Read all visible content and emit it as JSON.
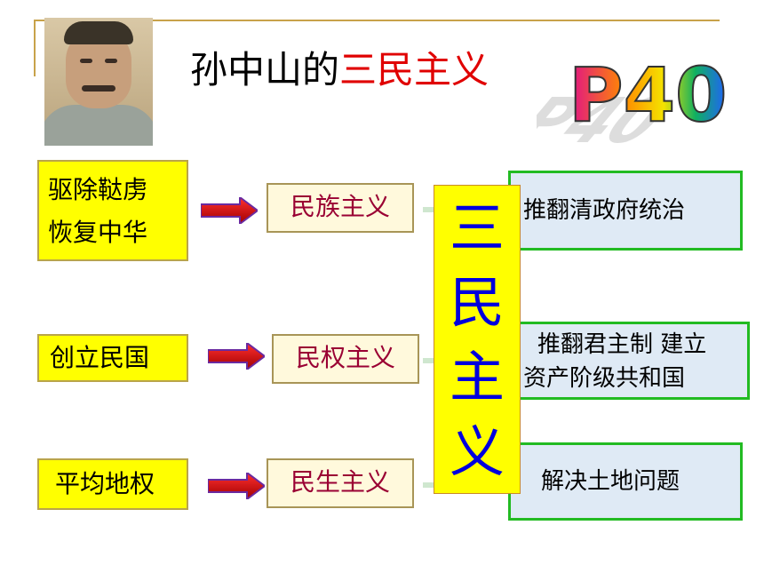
{
  "title": {
    "prefix": "孙中山的",
    "highlight": "三民主义"
  },
  "badge": "P40",
  "center": {
    "chars": [
      "三",
      "民",
      "主",
      "义"
    ]
  },
  "rows": [
    {
      "left_lines": [
        "驱除鞑虏",
        "恢复中华"
      ],
      "mid": "民族主义",
      "right": "推翻清政府统治"
    },
    {
      "left_lines": [
        "创立民国"
      ],
      "mid": "民权主义",
      "right_lines": [
        "推翻君主制  建立",
        "资产阶级共和国"
      ]
    },
    {
      "left_lines": [
        "平均地权"
      ],
      "mid": "民生主义",
      "right": "解决土地问题"
    }
  ],
  "colors": {
    "accent_red": "#e00000",
    "yellow": "#ffff00",
    "blue_text": "#0000dd",
    "green_border": "#22bb22"
  }
}
